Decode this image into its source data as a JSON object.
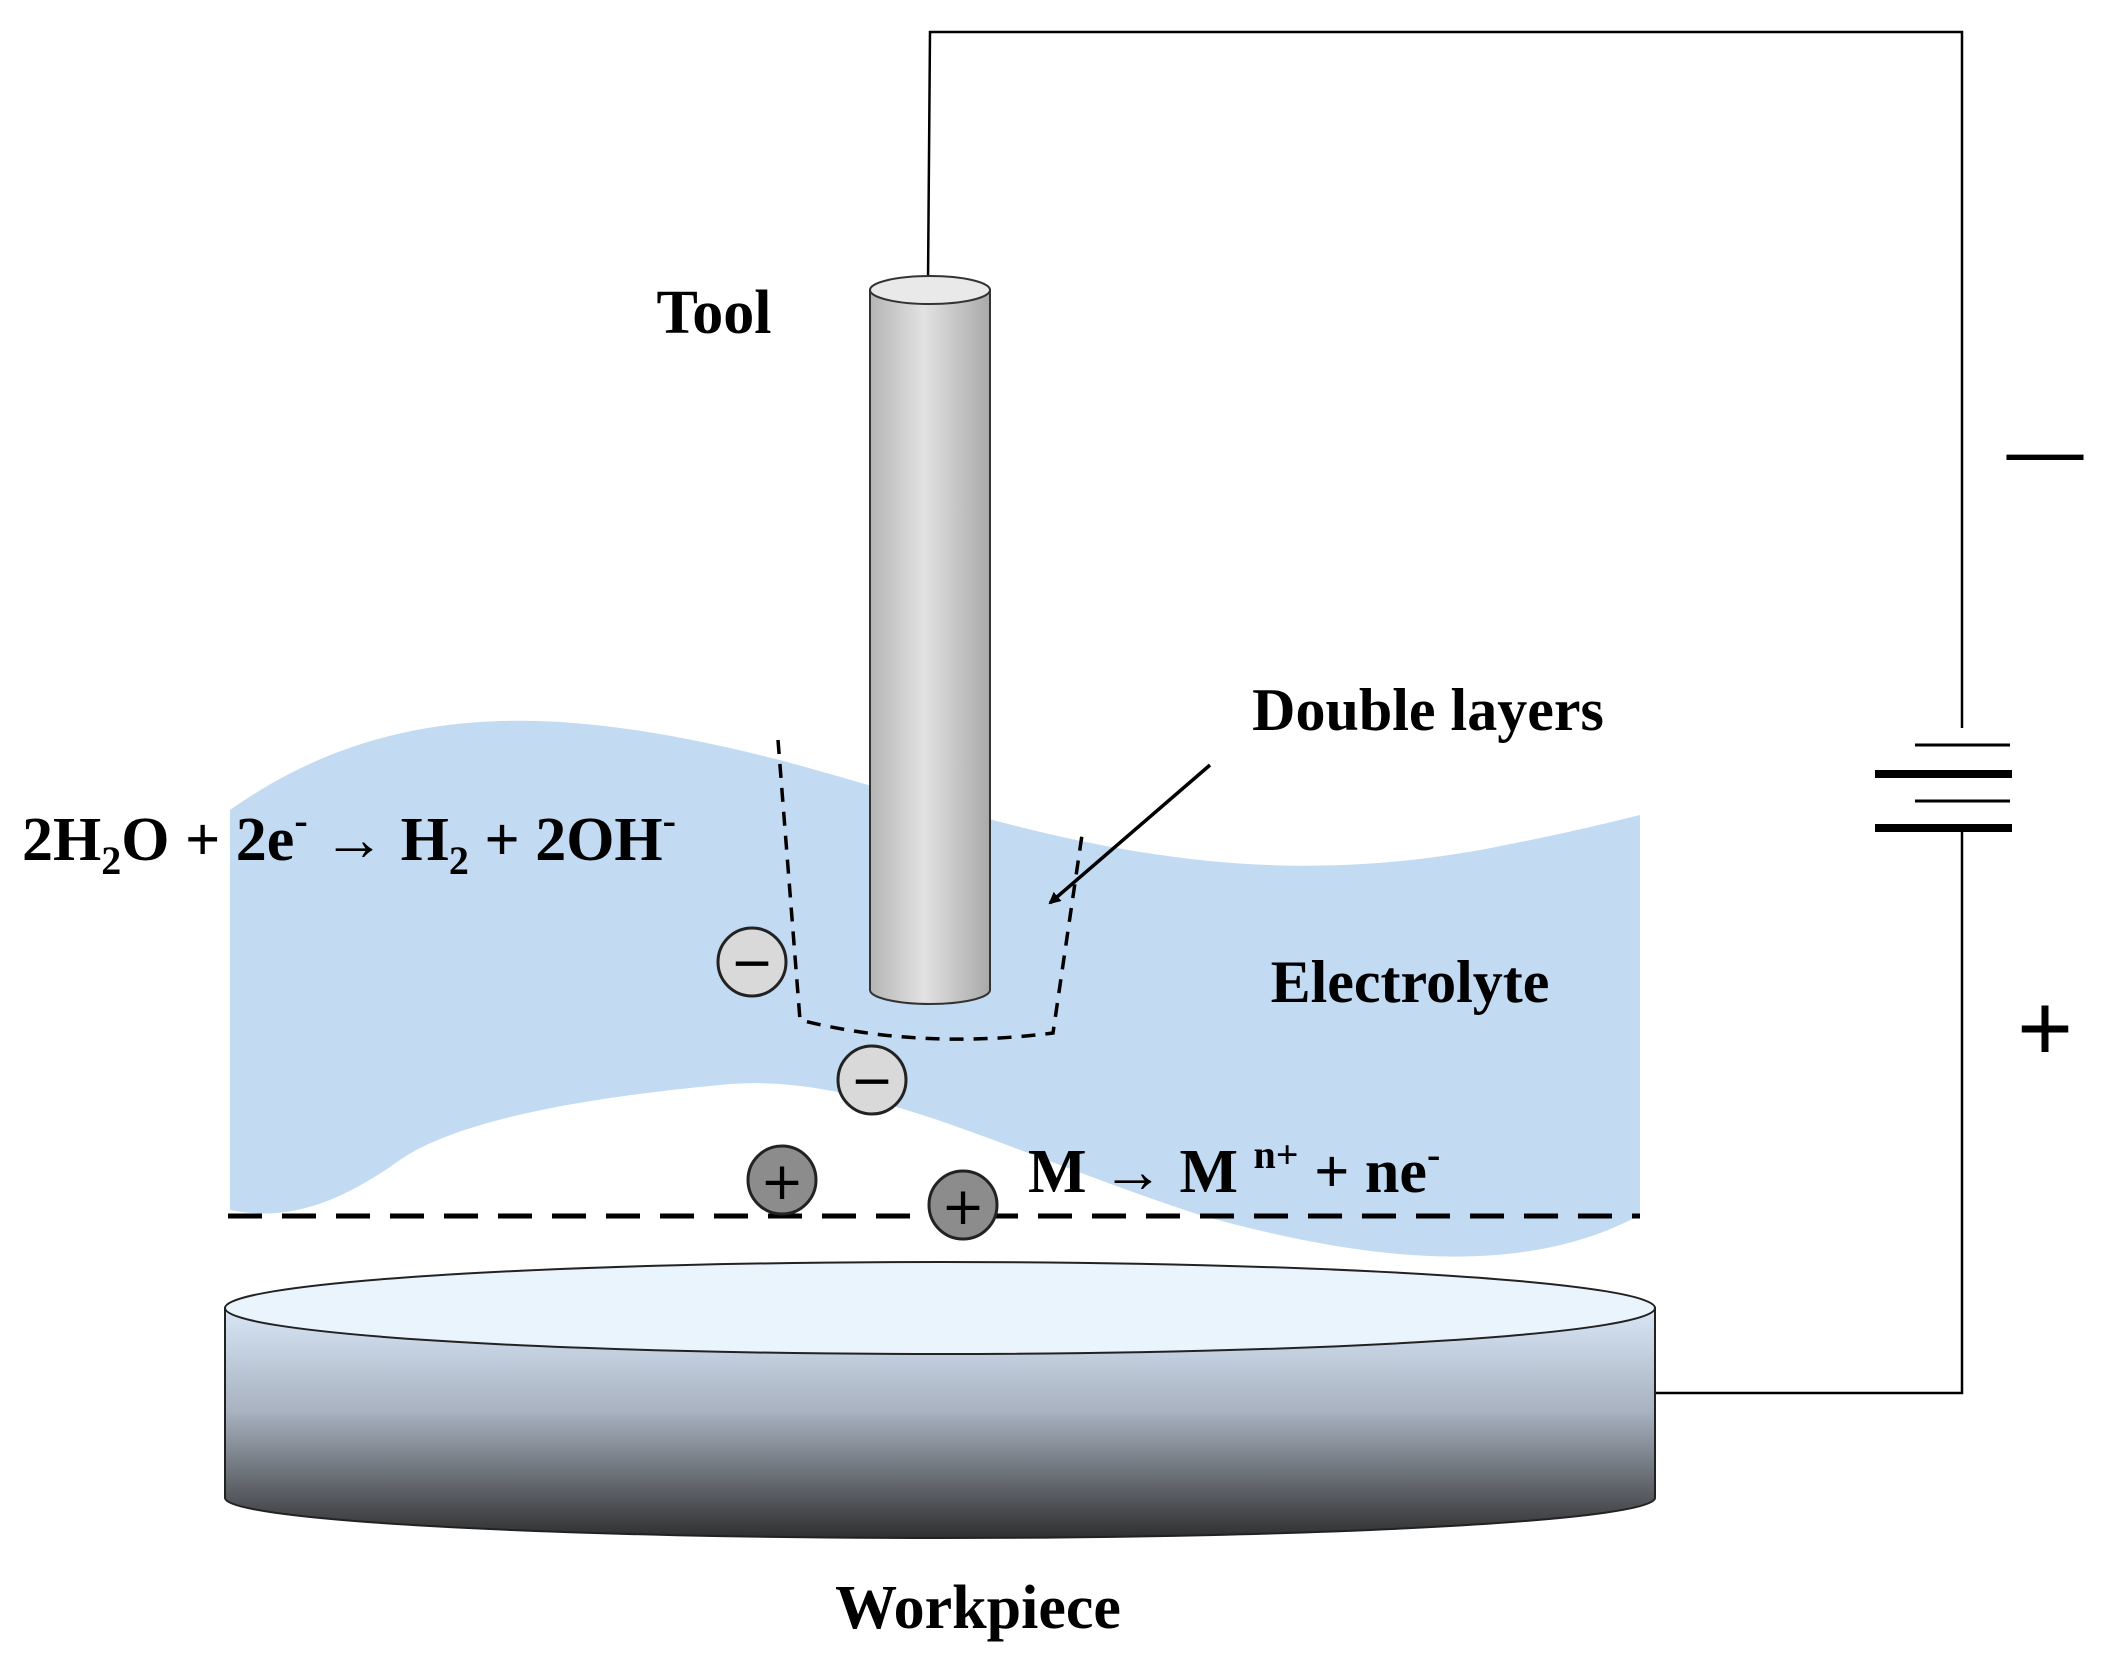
{
  "labels": {
    "tool": "Tool",
    "double_layers": "Double layers",
    "electrolyte": "Electrolyte",
    "workpiece": "Workpiece"
  },
  "cathode_reaction": {
    "lhs_a": "2H",
    "lhs_sub": "2",
    "lhs_b": "O + 2e",
    "lhs_sup": "-",
    "arrow": " → ",
    "rhs_a": "H",
    "rhs_sub": "2",
    "rhs_b": " + 2OH",
    "rhs_sup": "-"
  },
  "anode_reaction": {
    "a": "M → M ",
    "sup1": "n+",
    "b": " + ne",
    "sup2": "-"
  },
  "polarity": {
    "negative": "—",
    "positive": "+"
  },
  "ions": {
    "negative_symbol": "−",
    "positive_symbol": "+"
  },
  "colors": {
    "electrolyte": "#c3dbf2",
    "tool_fill": "#d4d4d4",
    "ion_negative": "#d9d9d9",
    "ion_positive": "#8c8c8c",
    "workpiece_top": "#eaf4fd",
    "workpiece_side_dark": "#3a3a3a"
  }
}
